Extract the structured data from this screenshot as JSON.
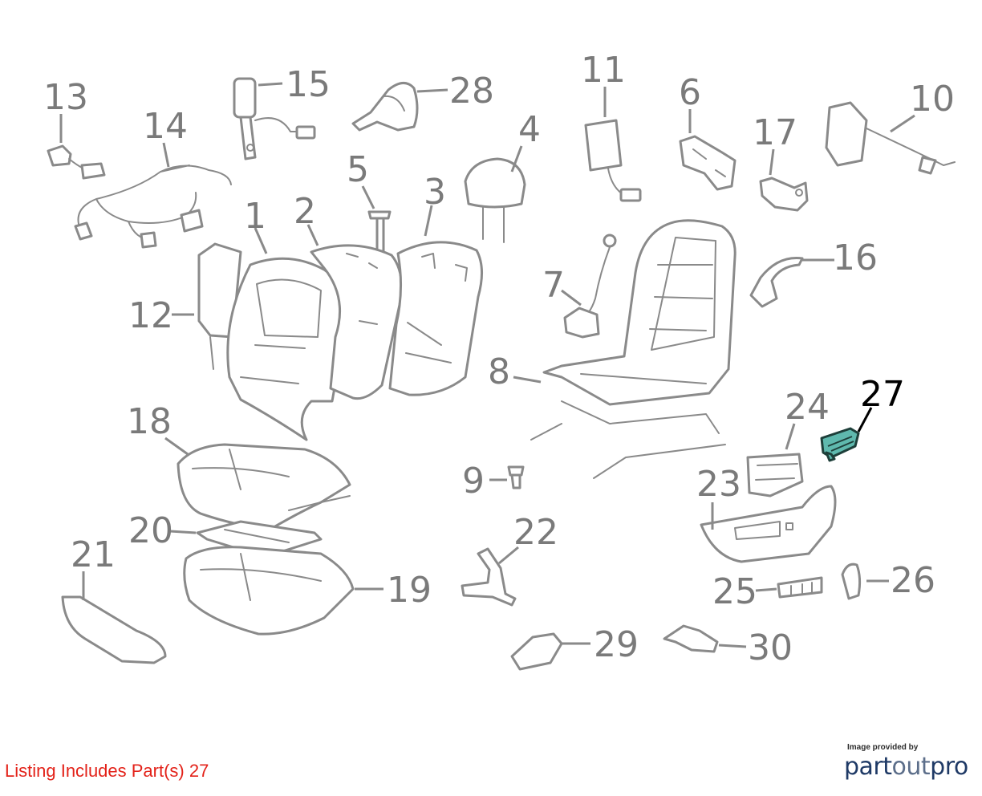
{
  "diagram": {
    "labels": [
      "1",
      "2",
      "3",
      "4",
      "5",
      "6",
      "7",
      "8",
      "9",
      "10",
      "11",
      "12",
      "13",
      "14",
      "15",
      "16",
      "17",
      "18",
      "19",
      "20",
      "21",
      "22",
      "23",
      "24",
      "25",
      "26",
      "27",
      "28",
      "29",
      "30"
    ],
    "highlighted_part": "27",
    "colors": {
      "part_outline": "#8a8a8a",
      "label_text": "#7a7a7a",
      "highlight_fill": "#5fb9ae",
      "highlight_label": "#000000"
    }
  },
  "footer": {
    "listing_note": "Listing Includes Part(s) 27",
    "listing_note_color": "#e32219",
    "provider_caption": "Image provided by",
    "provider_logo_part": "part",
    "provider_logo_out": "out",
    "provider_logo_pro": "pro"
  }
}
